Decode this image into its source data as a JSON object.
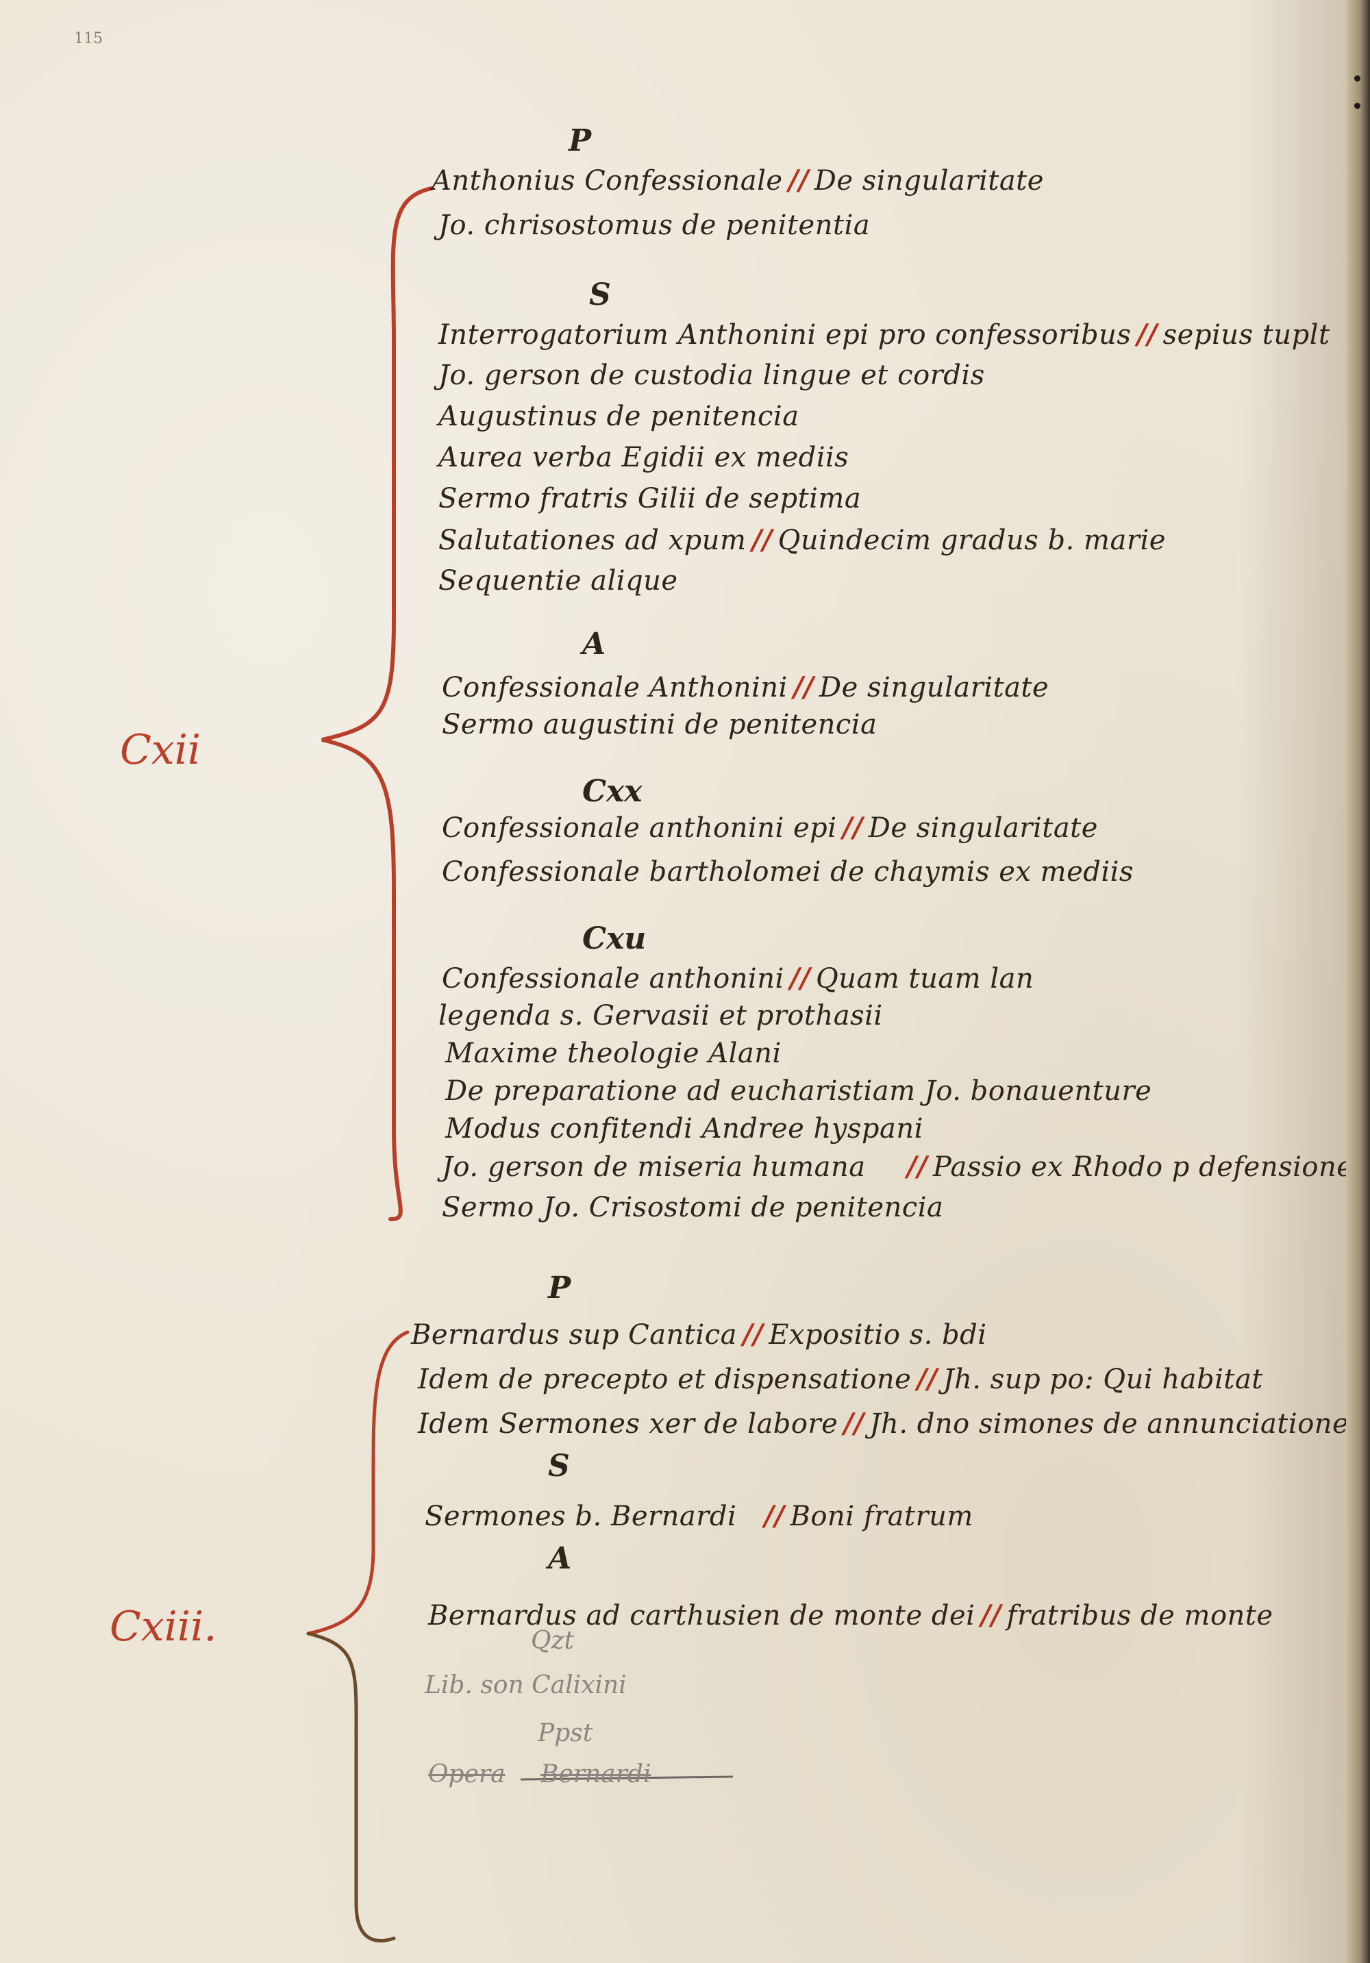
{
  "folio": "115",
  "sections": [
    {
      "shelfmark": "Cxii",
      "groups": [
        {
          "letter": "P",
          "items": [
            {
              "text": "Anthonius Confessionale",
              "ref": "De singularitate"
            },
            {
              "text": "Jo. chrisostomus de penitentia",
              "ref": ""
            }
          ]
        },
        {
          "letter": "S",
          "items": [
            {
              "text": "Interrogatorium Anthonini epi pro confessoribus",
              "ref": "sepius tuplt"
            },
            {
              "text": "Jo. gerson de custodia lingue et cordis",
              "ref": ""
            },
            {
              "text": "Augustinus de penitencia",
              "ref": ""
            },
            {
              "text": "Aurea verba Egidii ex mediis",
              "ref": ""
            },
            {
              "text": "Sermo fratris Gilii de septima",
              "ref": ""
            },
            {
              "text": "Salutationes ad xpum",
              "ref": "Quindecim gradus b. marie"
            },
            {
              "text": "Sequentie alique",
              "ref": ""
            }
          ]
        },
        {
          "letter": "A",
          "items": [
            {
              "text": "Confessionale Anthonini",
              "ref": "De singularitate"
            },
            {
              "text": "Sermo augustini de penitencia",
              "ref": ""
            }
          ]
        },
        {
          "letter": "Cxx",
          "items": [
            {
              "text": "Confessionale anthonini epi",
              "ref": "De singularitate"
            },
            {
              "text": "Confessionale bartholomei de chaymis ex mediis",
              "ref": ""
            }
          ]
        },
        {
          "letter": "Cxu",
          "items": [
            {
              "text": "Confessionale anthonini",
              "ref": "Quam tuam lan"
            },
            {
              "text": "legenda s. Gervasii et prothasii",
              "ref": ""
            },
            {
              "text": "Maxime theologie Alani",
              "ref": ""
            },
            {
              "text": "De preparatione ad eucharistiam Jo. bonauenture",
              "ref": ""
            },
            {
              "text": "Modus confitendi Andree hyspani",
              "ref": ""
            },
            {
              "text": "Jo. gerson de miseria humana",
              "ref": "Passio ex Rhodo p defensione"
            },
            {
              "text": "Sermo Jo. Crisostomi de penitencia",
              "ref": ""
            }
          ]
        }
      ]
    },
    {
      "shelfmark": "Cxiii.",
      "groups": [
        {
          "letter": "P",
          "items": [
            {
              "text": "Bernardus sup Cantica",
              "ref": "Expositio s. bdi"
            },
            {
              "text": "Idem de precepto et dispensatione",
              "ref": "Jh. sup po: Qui habitat"
            },
            {
              "text": "Idem Sermones xer de labore",
              "ref": "Jh. dno simones de annunciatione"
            }
          ]
        },
        {
          "letter": "S",
          "items": [
            {
              "text": "Sermones b. Bernardi",
              "ref": "Boni fratrum"
            }
          ]
        },
        {
          "letter": "A",
          "items": [
            {
              "text": "Bernardus ad carthusien de monte dei",
              "ref": "fratribus de monte"
            }
          ]
        }
      ],
      "pencil": {
        "letter": "Qzt",
        "line1": "Lib. son   Calixini",
        "line2a": "Opera",
        "line2b": "Bernardi",
        "ref": "Ppst"
      }
    }
  ]
}
